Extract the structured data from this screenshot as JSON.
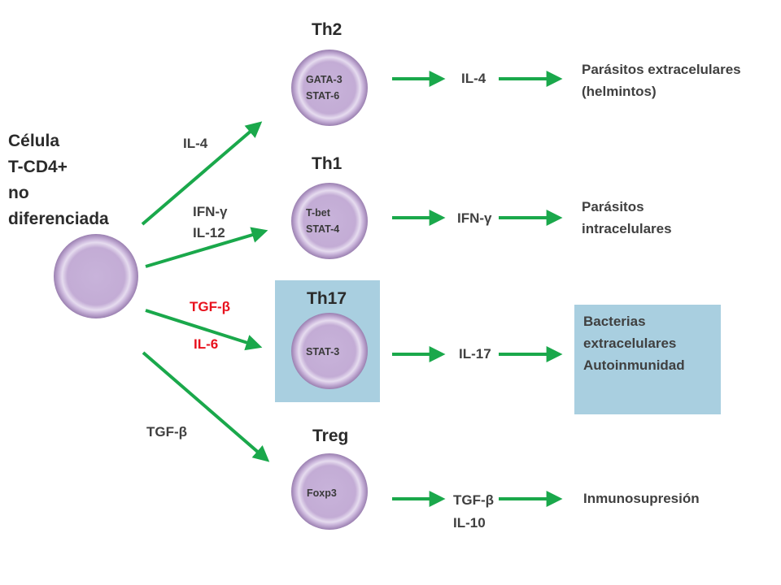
{
  "colors": {
    "arrow": "#1aa84b",
    "highlight_box": "#a9cfe0",
    "cell_fill": "#c5aed6",
    "cell_ring": "#a48ab8",
    "red_text": "#e8101c"
  },
  "naive_cell": {
    "label_lines": [
      "Célula",
      "T-CD4+",
      "no",
      "diferenciada"
    ]
  },
  "inputs": {
    "th2": "IL-4",
    "th1_line1": "IFN-γ",
    "th1_line2": "IL-12",
    "th17_line1": "TGF-β",
    "th17_line2": "IL-6",
    "treg": "TGF-β"
  },
  "subsets": [
    {
      "title": "Th2",
      "markers": [
        "GATA-3",
        "STAT-6"
      ],
      "cytokines": [
        "IL-4"
      ],
      "outcome": [
        "Parásitos extracelulares",
        "(helmintos)"
      ]
    },
    {
      "title": "Th1",
      "markers": [
        "T-bet",
        "STAT-4"
      ],
      "cytokines": [
        "IFN-γ"
      ],
      "outcome": [
        "Parásitos",
        "intracelulares"
      ]
    },
    {
      "title": "Th17",
      "markers": [
        "STAT-3"
      ],
      "cytokines": [
        "IL-17"
      ],
      "outcome": [
        "Bacterias",
        "extracelulares",
        "Autoinmunidad"
      ]
    },
    {
      "title": "Treg",
      "markers": [
        "Foxp3"
      ],
      "cytokines": [
        "TGF-β",
        "IL-10"
      ],
      "outcome": [
        "Inmunosupresión"
      ]
    }
  ]
}
